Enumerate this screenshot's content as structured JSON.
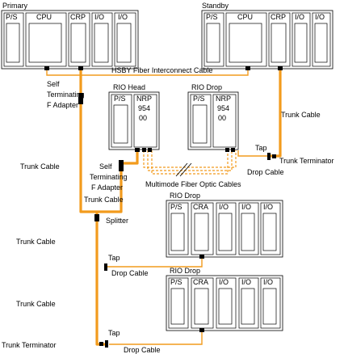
{
  "racks": {
    "primary": {
      "title": "Primary",
      "slots": [
        "P/S",
        "CPU",
        "CRP",
        "I/O",
        "I/O"
      ]
    },
    "standby": {
      "title": "Standby",
      "slots": [
        "P/S",
        "CPU",
        "CRP",
        "I/O",
        "I/O"
      ]
    },
    "rio_head": {
      "title": "RIO  Head",
      "ps": "P/S",
      "nrp": [
        "NRP",
        "954",
        "00"
      ]
    },
    "rio_drop_top": {
      "title": "RIO  Drop",
      "ps": "P/S",
      "nrp": [
        "NRP",
        "954",
        "00"
      ]
    },
    "rio_drop_1": {
      "title": "RIO Drop",
      "slots": [
        "P/S",
        "CRA",
        "I/O",
        "I/O",
        "I/O"
      ]
    },
    "rio_drop_2": {
      "title": "RIO Drop",
      "slots": [
        "P/S",
        "CRA",
        "I/O",
        "I/O",
        "I/O"
      ]
    }
  },
  "labels": {
    "hsby_cable": "HSBY Fiber Interconnect Cable",
    "self_term_1": [
      "Self",
      "Terminating",
      "F Adapter"
    ],
    "self_term_2": [
      "Self",
      "Terminating",
      "F Adapter"
    ],
    "trunk_cable_right": "Trunk Cable",
    "tap_right": "Tap",
    "trunk_terminator_right": "Trunk Terminator",
    "drop_cable_right": "Drop Cable",
    "multimode_cables": "Multimode Fiber Optic Cables",
    "trunk_cable_1": "Trunk Cable",
    "trunk_cable_2": "Trunk Cable",
    "splitter": "Splitter",
    "trunk_cable_3": "Trunk Cable",
    "tap_mid": "Tap",
    "drop_cable_mid": "Drop Cable",
    "trunk_cable_4": "Trunk Cable",
    "tap_bottom": "Tap",
    "trunk_terminator_bottom": "Trunk Terminator",
    "drop_cable_bottom": "Drop Cable"
  },
  "colors": {
    "cable": "#f29b1d",
    "outline": "#000000"
  }
}
